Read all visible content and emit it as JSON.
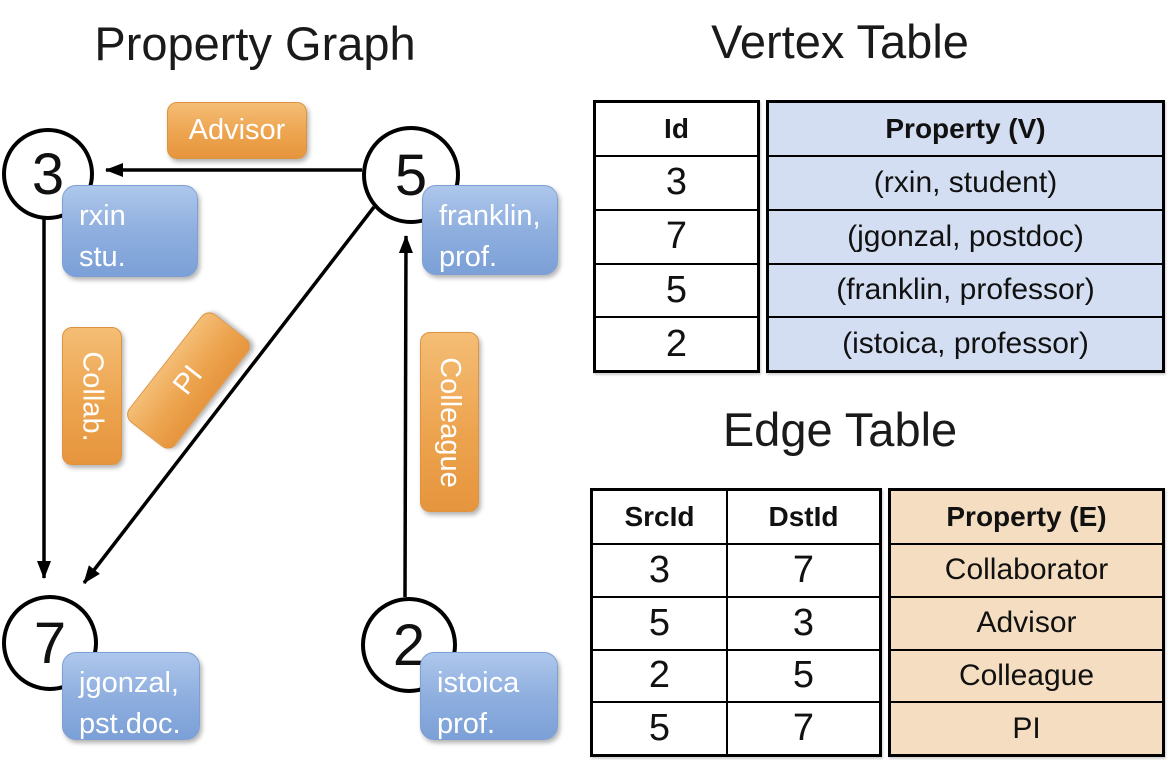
{
  "graph": {
    "title": "Property Graph",
    "nodes": [
      {
        "id": "3",
        "property_lines": [
          "rxin",
          "stu."
        ]
      },
      {
        "id": "5",
        "property_lines": [
          "franklin,",
          "prof."
        ]
      },
      {
        "id": "7",
        "property_lines": [
          "jgonzal,",
          "pst.doc."
        ]
      },
      {
        "id": "2",
        "property_lines": [
          "istoica",
          "prof."
        ]
      }
    ],
    "edge_labels": [
      {
        "label": "Advisor",
        "src": "5",
        "dst": "3"
      },
      {
        "label": "Collab.",
        "src": "3",
        "dst": "7"
      },
      {
        "label": "PI",
        "src": "5",
        "dst": "7"
      },
      {
        "label": "Colleague",
        "src": "2",
        "dst": "5"
      }
    ]
  },
  "vertex_table": {
    "title": "Vertex Table",
    "columns": {
      "id": "Id",
      "property": "Property (V)"
    },
    "rows": [
      {
        "id": "3",
        "property": "(rxin, student)"
      },
      {
        "id": "7",
        "property": "(jgonzal, postdoc)"
      },
      {
        "id": "5",
        "property": "(franklin, professor)"
      },
      {
        "id": "2",
        "property": "(istoica, professor)"
      }
    ]
  },
  "edge_table": {
    "title": "Edge Table",
    "columns": {
      "src": "SrcId",
      "dst": "DstId",
      "property": "Property (E)"
    },
    "rows": [
      {
        "src": "3",
        "dst": "7",
        "property": "Collaborator"
      },
      {
        "src": "5",
        "dst": "3",
        "property": "Advisor"
      },
      {
        "src": "2",
        "dst": "5",
        "property": "Colleague"
      },
      {
        "src": "5",
        "dst": "7",
        "property": "PI"
      }
    ]
  },
  "colors": {
    "edge_label_bg": "#eda44f",
    "vertex_label_bg": "#8fafdf",
    "vertex_table_cell_bg": "#d3def2",
    "edge_table_cell_bg": "#f4ddc0",
    "line": "#000000",
    "label_text": "#ffffff"
  }
}
